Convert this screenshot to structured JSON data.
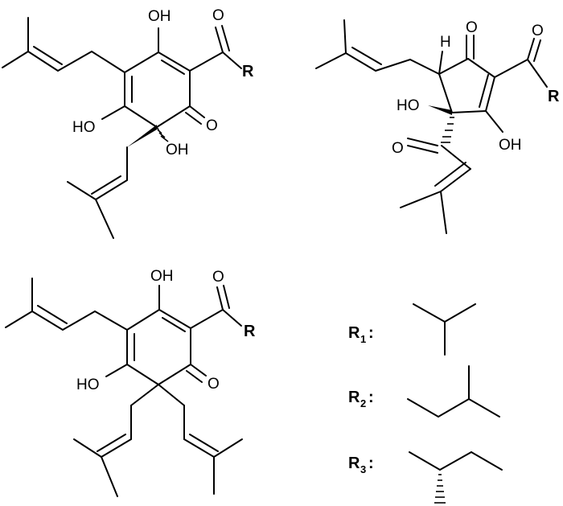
{
  "structure_a": {
    "hydroxyl_top": "OH",
    "carbonyl_o": "O",
    "r_group": "R",
    "hydroxyl_left": "HO",
    "ring_ketone": "O",
    "hydroxyl_stereo": "OH"
  },
  "structure_b": {
    "hydrogen": "H",
    "ring_ketone": "O",
    "carbonyl_o": "O",
    "r_group": "R",
    "hydroxyl_stereo": "HO",
    "hydroxyl_enol": "OH",
    "acyl_o": "O"
  },
  "structure_c": {
    "hydroxyl_top": "OH",
    "carbonyl_o": "O",
    "r_group": "R",
    "hydroxyl_left": "HO",
    "ring_ketone": "O"
  },
  "substituents": [
    {
      "symbol": "R",
      "index": "1",
      "suffix": ":"
    },
    {
      "symbol": "R",
      "index": "2",
      "suffix": ":"
    },
    {
      "symbol": "R",
      "index": "3",
      "suffix": ":"
    }
  ]
}
